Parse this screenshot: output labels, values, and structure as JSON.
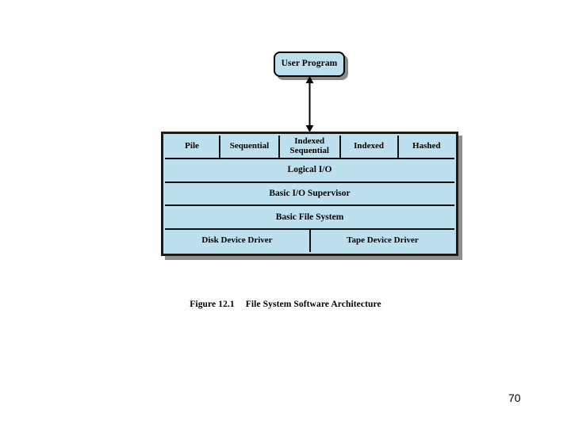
{
  "slide": {
    "page_number": "70",
    "background_color": "#ffffff"
  },
  "colors": {
    "box_fill": "#bce0ee",
    "border": "#111111",
    "shadow": "#8f8f8f",
    "text": "#000000"
  },
  "user_program": {
    "label": "User Program"
  },
  "connector": {
    "icon": "double-headed-vertical-arrow"
  },
  "caption": {
    "number": "Figure 12.1",
    "title": "File System Software Architecture"
  },
  "diagram": {
    "title": "File System Software Architecture",
    "type": "layered-stack",
    "rows": [
      {
        "name": "access-methods",
        "cells": [
          {
            "label": "Pile"
          },
          {
            "label": "Sequential"
          },
          {
            "label": "Indexed",
            "label2": "Sequential"
          },
          {
            "label": "Indexed"
          },
          {
            "label": "Hashed"
          }
        ]
      },
      {
        "name": "logical-io",
        "cells": [
          {
            "label": "Logical I/O"
          }
        ]
      },
      {
        "name": "basic-io-supervisor",
        "cells": [
          {
            "label": "Basic I/O Supervisor"
          }
        ]
      },
      {
        "name": "basic-file-system",
        "cells": [
          {
            "label": "Basic File System"
          }
        ]
      },
      {
        "name": "device-drivers",
        "cells": [
          {
            "label": "Disk Device Driver"
          },
          {
            "label": "Tape Device Driver"
          }
        ]
      }
    ]
  }
}
